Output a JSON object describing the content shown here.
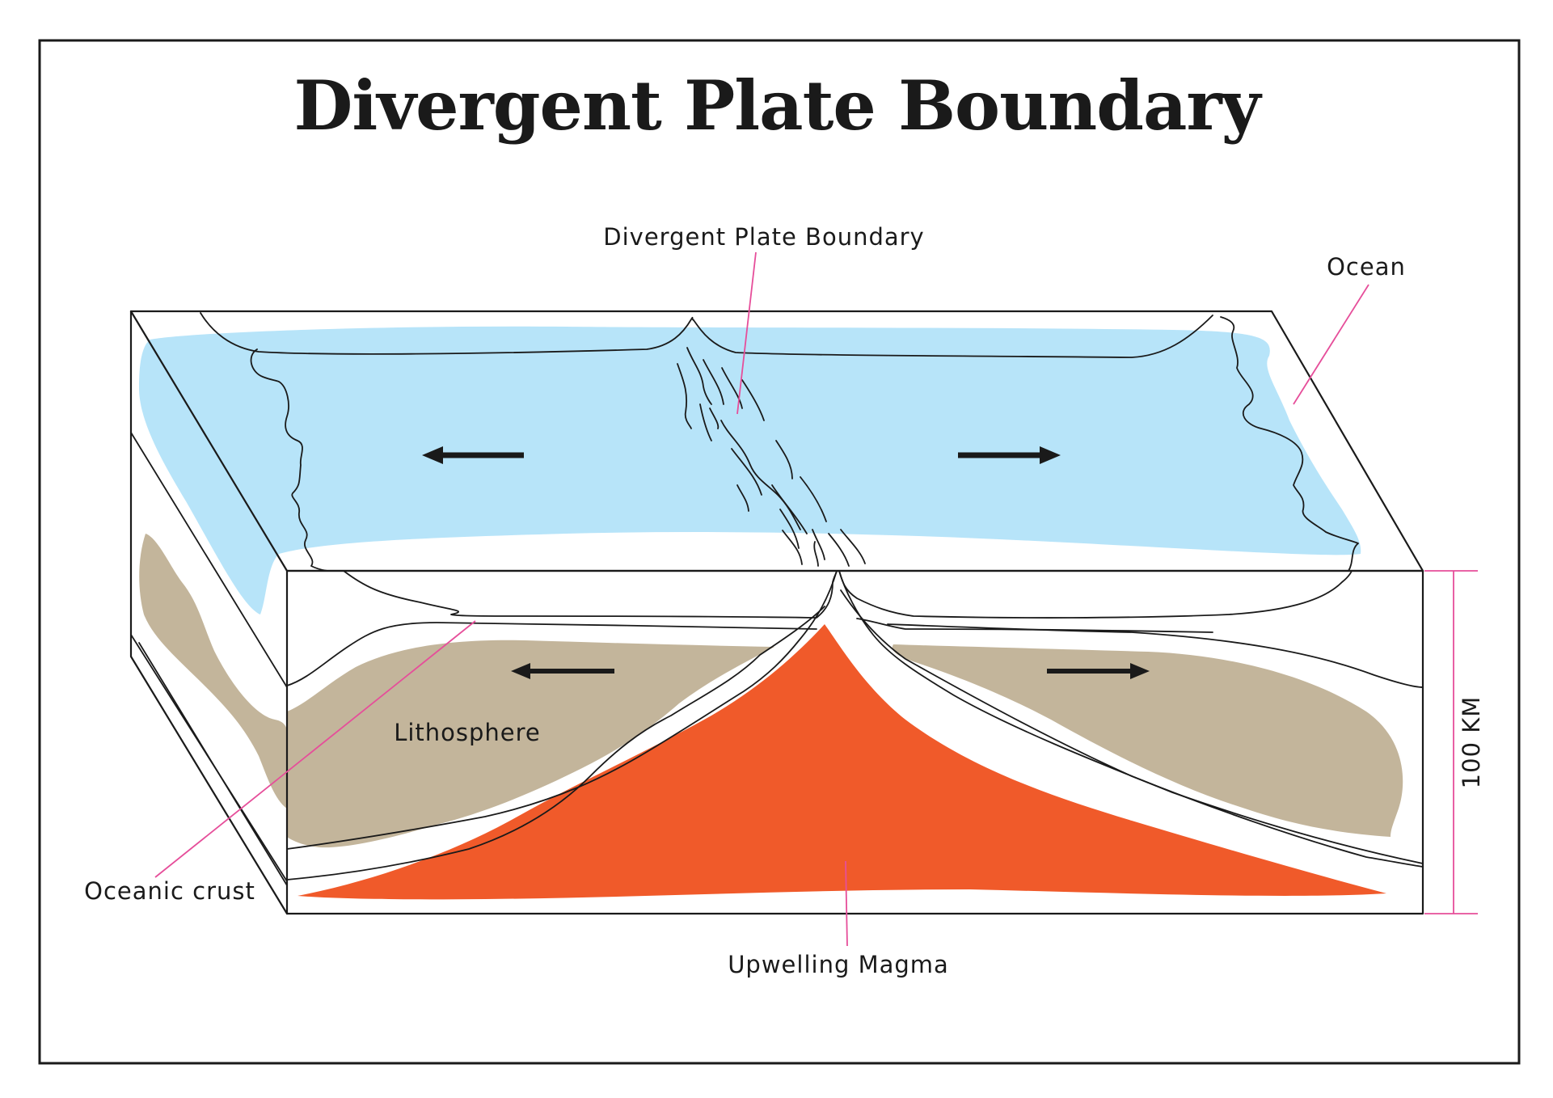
{
  "diagram": {
    "title": "Divergent Plate Boundary",
    "labels": {
      "boundary": "Divergent Plate Boundary",
      "ocean": "Ocean",
      "lithosphere": "Lithosphere",
      "oceanic_crust": "Oceanic crust",
      "magma": "Upwelling Magma",
      "scale": "100 KM"
    },
    "colors": {
      "ocean": "#b7e4f9",
      "lithosphere": "#c3b59b",
      "magma": "#f05a2a",
      "leader": "#e64e9a",
      "outline": "#1a1a1a"
    }
  }
}
